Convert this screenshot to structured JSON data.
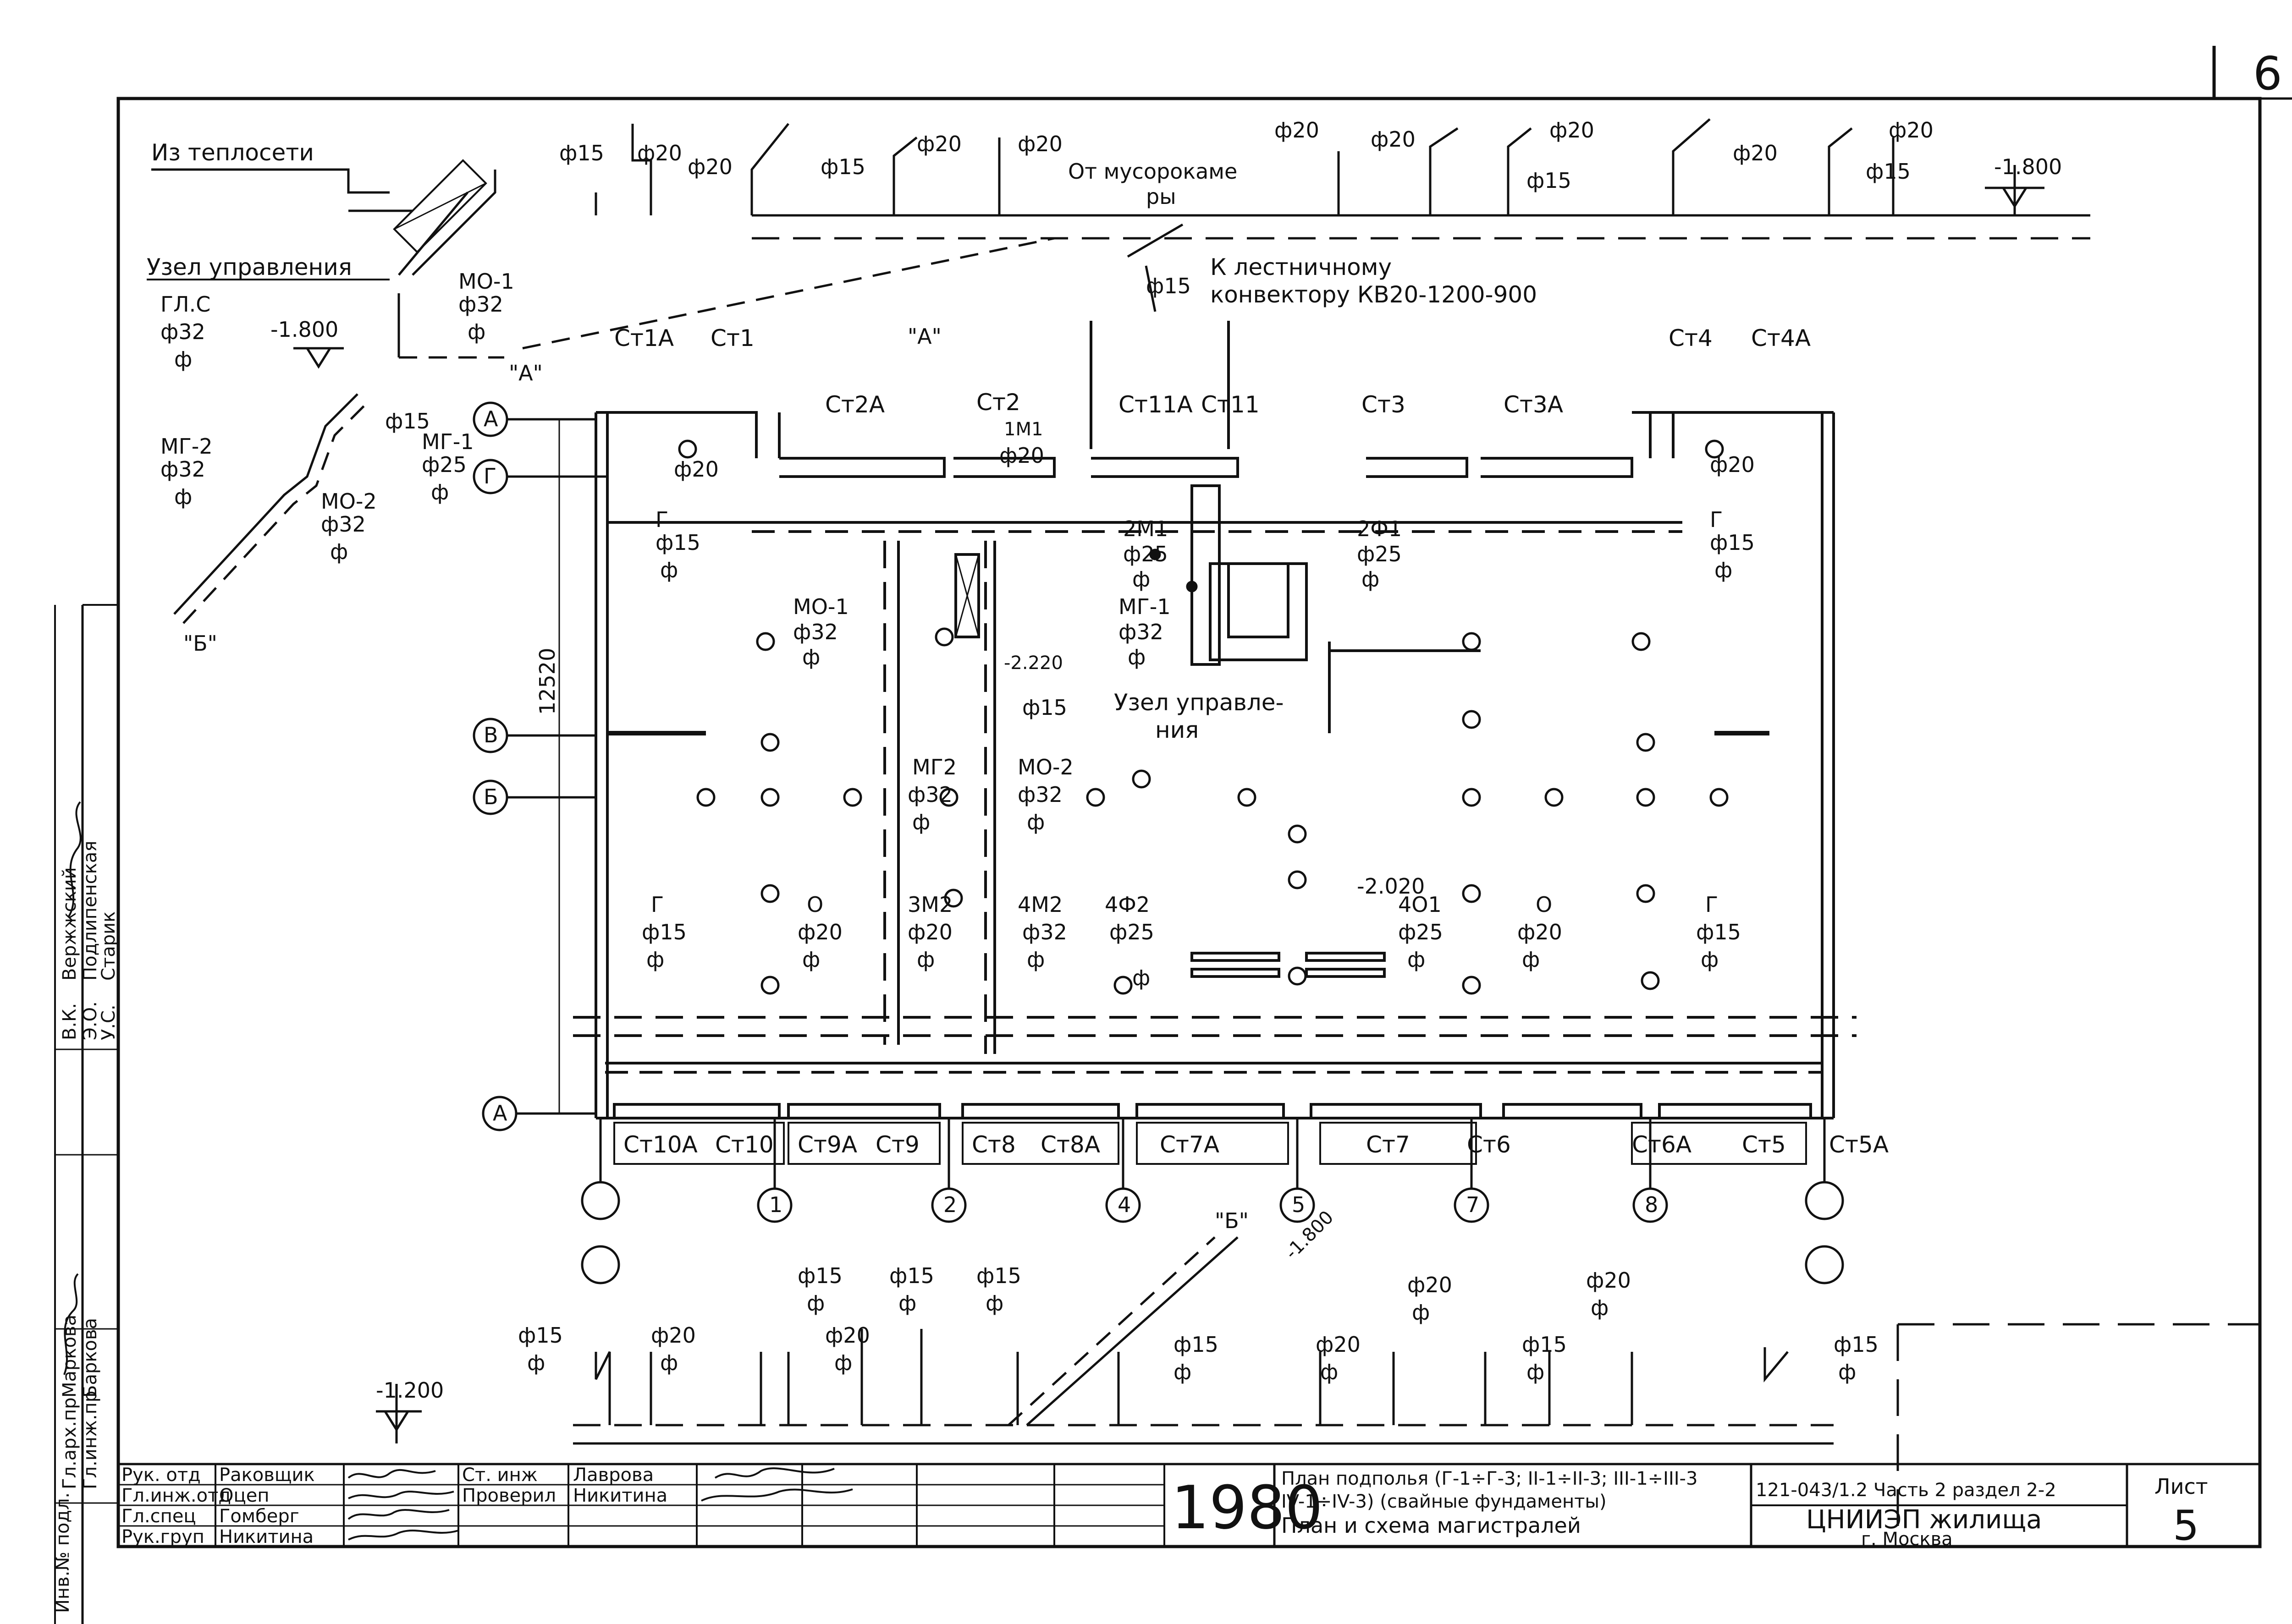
{
  "sheet_number": "6",
  "top": {
    "from_heating_network": "Из теплосети",
    "control_unit": "Узел управления",
    "from_chute_line1": "От мусорокаме",
    "from_chute_line2": "ры",
    "to_stair_line1": "К лестничному",
    "to_stair_line2": "конвектору КВ20-1200-900",
    "level_top_right": "-1.800",
    "level_left": "-1.800",
    "gl_c": "ГЛ.С",
    "mo1": "МО-1",
    "mg2": "МГ-2",
    "mg1": "МГ-1",
    "mo2": "МО-2",
    "A_mark": "\"А\"",
    "B_mark": "\"Б\"",
    "labels_top": [
      "ф15",
      "ф20",
      "ф20",
      "ф15",
      "ф20",
      "ф20",
      "ф20",
      "ф20",
      "ф20",
      "ф15",
      "ф20",
      "ф15",
      "ф20",
      "ф15"
    ]
  },
  "plan": {
    "risers_top": [
      "Ст1А",
      "Ст1",
      "Ст2А",
      "Ст2",
      "Ст11А",
      "Ст11",
      "Ст3",
      "Ст3А",
      "Ст4",
      "Ст4А"
    ],
    "risers_bottom": [
      "Ст10А",
      "Ст10",
      "Ст9А",
      "Ст9",
      "Ст8",
      "Ст8А",
      "Ст7А",
      "Ст7",
      "Ст6",
      "Ст6А",
      "Ст5",
      "Ст5А"
    ],
    "axes_letters": [
      "А",
      "Г",
      "В",
      "Б",
      "А"
    ],
    "axes_numbers": [
      "1",
      "2",
      "4",
      "5",
      "7",
      "8"
    ],
    "dim_vertical": "12520",
    "center_unit_line1": "Узел управле-",
    "center_unit_line2": "ния",
    "level_center": "-2.020",
    "level_center2": "-2.220",
    "tag_mo1": "МО-1",
    "tag_mg1": "МГ-1",
    "tag_mg2": "МГ2",
    "tag_mo2": "МО-2",
    "tag_1m1": "1М1",
    "tag_2m1": "2М1",
    "tag_2f1": "2Ф1",
    "tag_3m2": "3М2",
    "tag_4m2": "4М2",
    "tag_4f2": "4Ф2",
    "tag_4o1": "4О1",
    "tag_g": "Г",
    "tag_o": "О",
    "d15": "ф15",
    "d20": "ф20",
    "d25": "ф25",
    "d32": "ф32",
    "phi": "ф"
  },
  "bottom": {
    "level": "-1.200",
    "level_diag": "-1.800",
    "B_mark": "\"Б\""
  },
  "side_stamp": [
    "В.К.",
    "Вержжский",
    "Э.О.",
    "Подлипенская",
    "У.С.",
    "Старик",
    "Гл.арх.пр",
    "Маркова",
    "Гл.инж.пр",
    "Баркова",
    "Инв.№ подл."
  ],
  "title_block": {
    "rows": [
      [
        "Рук. отд",
        "Раковщик",
        "Ст. инж",
        "Лаврова"
      ],
      [
        "Гл.инж.отд",
        "Оцеп",
        "Проверил",
        "Никитина"
      ],
      [
        "Гл.спец",
        "Гомберг",
        "",
        ""
      ],
      [
        "Рук.груп",
        "Никитина",
        "",
        ""
      ]
    ],
    "year": "1980",
    "desc_line1": "План подполья (Г-1÷Г-3; II-1÷II-3; III-1÷III-3",
    "desc_line2": "IV-1÷IV-3) (свайные фундаменты)",
    "desc_line3": "План и схема магистралей",
    "code": "121-043/1.2 Часть 2 раздел 2-2",
    "org": "ЦНИИЭП жилища",
    "city": "г. Москва",
    "sheet_label": "Лист",
    "sheet_value": "5"
  }
}
